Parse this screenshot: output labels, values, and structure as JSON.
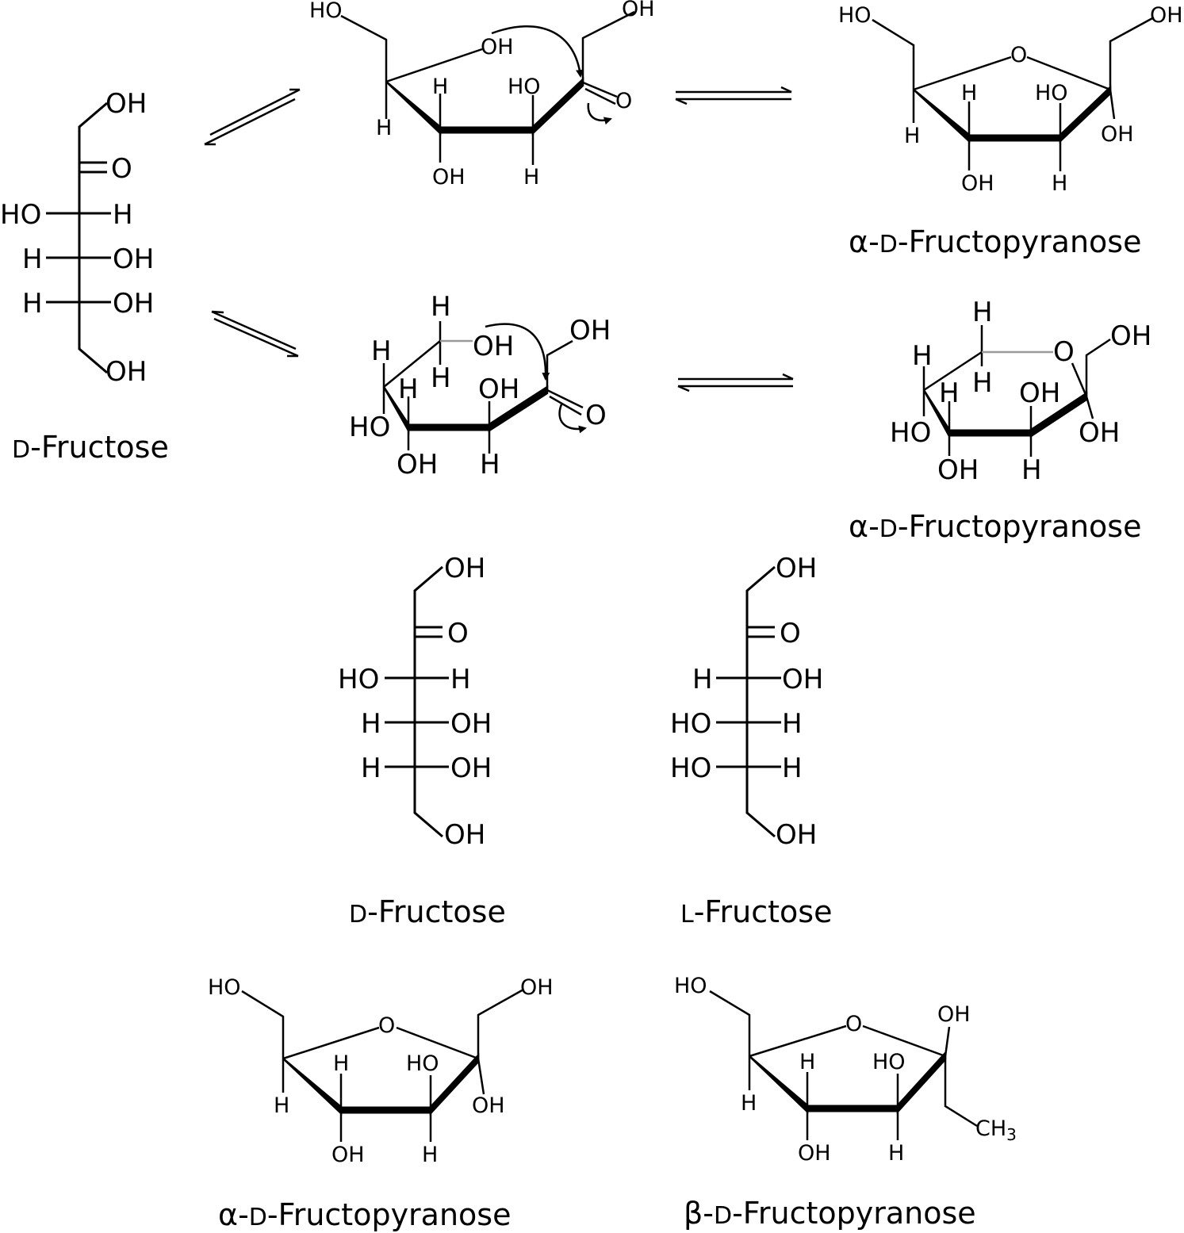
{
  "atoms": {
    "oh": "OH",
    "ho": "HO",
    "h": "H",
    "o": "O",
    "ch3": "CH",
    "ch3_sub": "3"
  },
  "captions": {
    "fructose_d_top": {
      "prefix": "D",
      "rest": "-Fructose"
    },
    "pyranose_1": {
      "greek": "α",
      "sep": "-",
      "prefix": "D",
      "rest": "-Fructopyranose"
    },
    "pyranose_2": {
      "greek": "α",
      "sep": "-",
      "prefix": "D",
      "rest": "-Fructopyranose"
    },
    "fructose_d_mid": {
      "prefix": "D",
      "rest": "-Fructose"
    },
    "fructose_l_mid": {
      "prefix": "L",
      "rest": "-Fructose"
    },
    "pyranose_alpha_bottom": {
      "greek": "α",
      "sep": "-",
      "prefix": "D",
      "rest": "-Fructopyranose"
    },
    "pyranose_beta_bottom": {
      "greek": "β",
      "sep": "-",
      "prefix": "D",
      "rest": "-Fructopyranose"
    }
  },
  "colors": {
    "ink": "#000000",
    "light_bond": "#9a9a9a",
    "background": "#ffffff"
  }
}
